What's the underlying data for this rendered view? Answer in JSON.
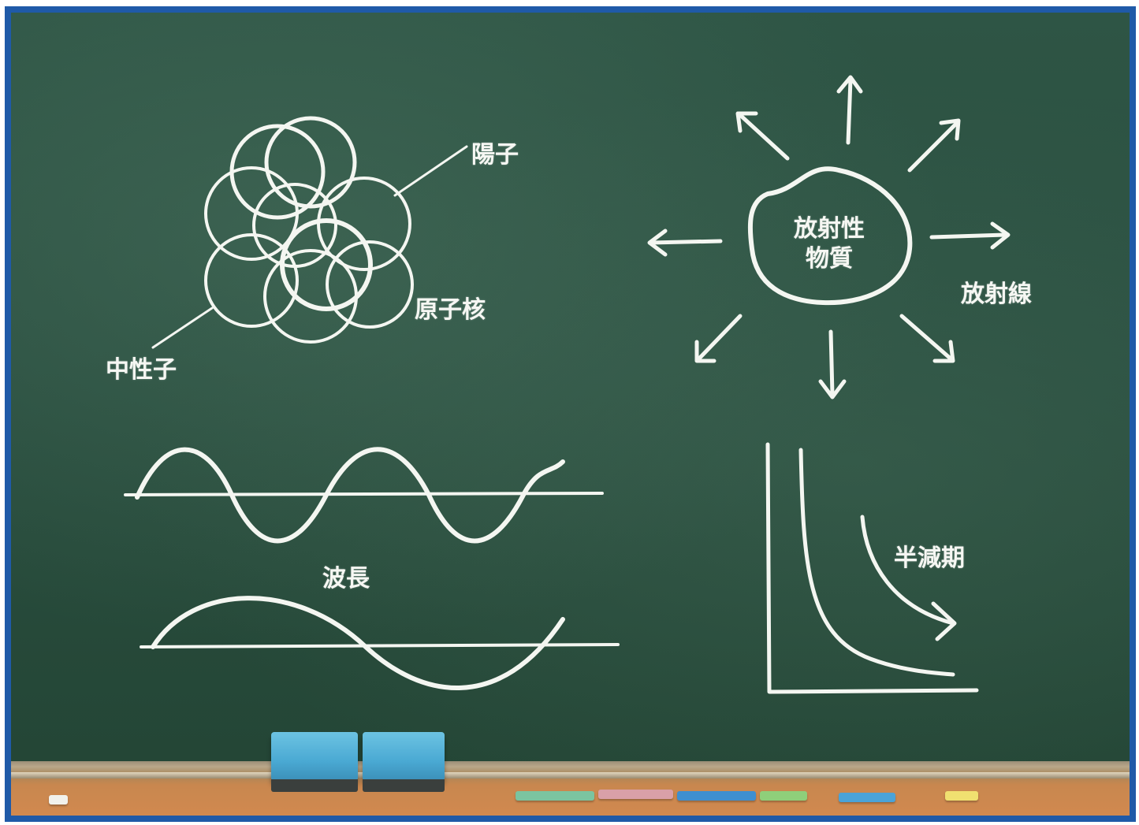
{
  "labels": {
    "proton": "陽子",
    "nucleus": "原子核",
    "neutron": "中性子",
    "radioactive_material_line1": "放射性",
    "radioactive_material_line2": "物質",
    "radiation": "放射線",
    "half_life": "半減期",
    "wavelength": "波長"
  },
  "colors": {
    "frame": "#1f5aa8",
    "board": "#2a4f40",
    "chalk": "#f4f6f1",
    "eraser": "#4aa9d3",
    "tray": "#d58a4f"
  },
  "tray_items": {
    "erasers": [
      "blue-eraser",
      "blue-eraser"
    ],
    "chalk_sticks": [
      {
        "color": "#7bc4a0"
      },
      {
        "color": "#d9a0a8"
      },
      {
        "color": "#3e8fd0"
      },
      {
        "color": "#8fcf7a"
      },
      {
        "color": "#4aa3d8"
      },
      {
        "color": "#f0e070"
      }
    ]
  }
}
